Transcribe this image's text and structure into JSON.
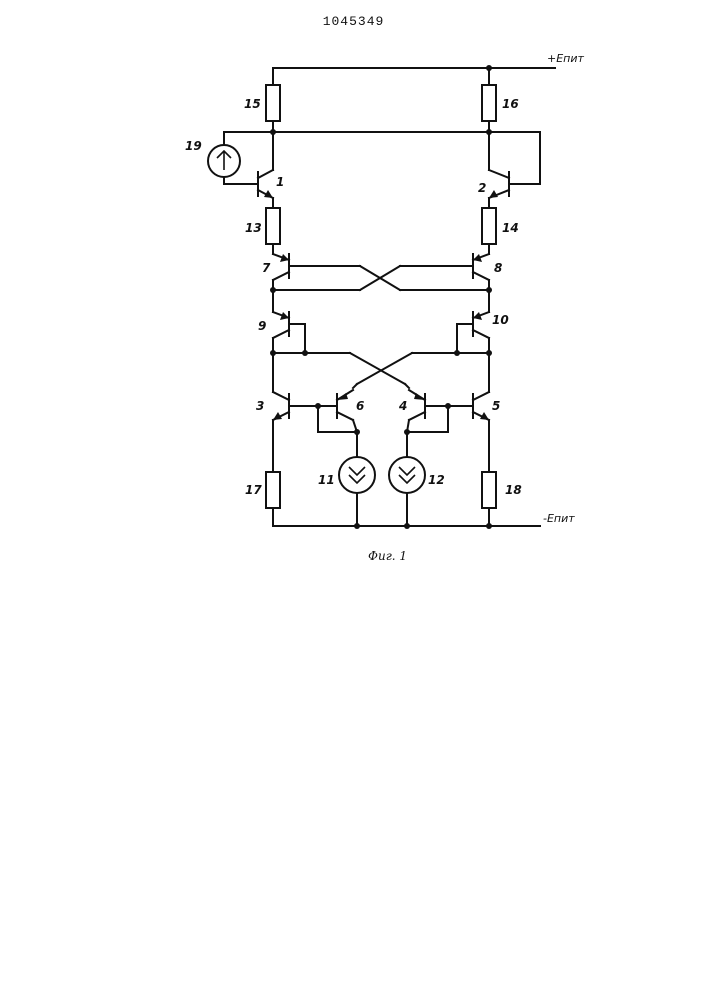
{
  "document": {
    "patent_number": "1045349",
    "figure_caption": "Фиг. 1"
  },
  "rails": {
    "positive": "+Eпит",
    "negative": "-Eпит"
  },
  "labels": {
    "r15": "15",
    "r16": "16",
    "r13": "13",
    "r14": "14",
    "r17": "17",
    "r18": "18",
    "t1": "1",
    "t2": "2",
    "t3": "3",
    "t4": "4",
    "t5": "5",
    "t6": "6",
    "t7": "7",
    "t8": "8",
    "t9": "9",
    "t10": "10",
    "src11": "11",
    "src12": "12",
    "src19": "19"
  }
}
